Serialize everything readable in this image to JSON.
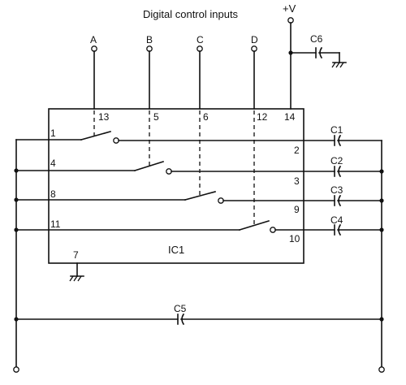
{
  "title": "Digital control inputs",
  "supply": "+V",
  "chip": "IC1",
  "inputs": {
    "a": "A",
    "b": "B",
    "c": "C",
    "d": "D"
  },
  "pins": {
    "p1": "1",
    "p2": "2",
    "p3": "3",
    "p4": "4",
    "p5": "5",
    "p6": "6",
    "p7": "7",
    "p8": "8",
    "p9": "9",
    "p10": "10",
    "p11": "11",
    "p12": "12",
    "p13": "13",
    "p14": "14"
  },
  "caps": {
    "c1": "C1",
    "c2": "C2",
    "c3": "C3",
    "c4": "C4",
    "c5": "C5",
    "c6": "C6"
  }
}
